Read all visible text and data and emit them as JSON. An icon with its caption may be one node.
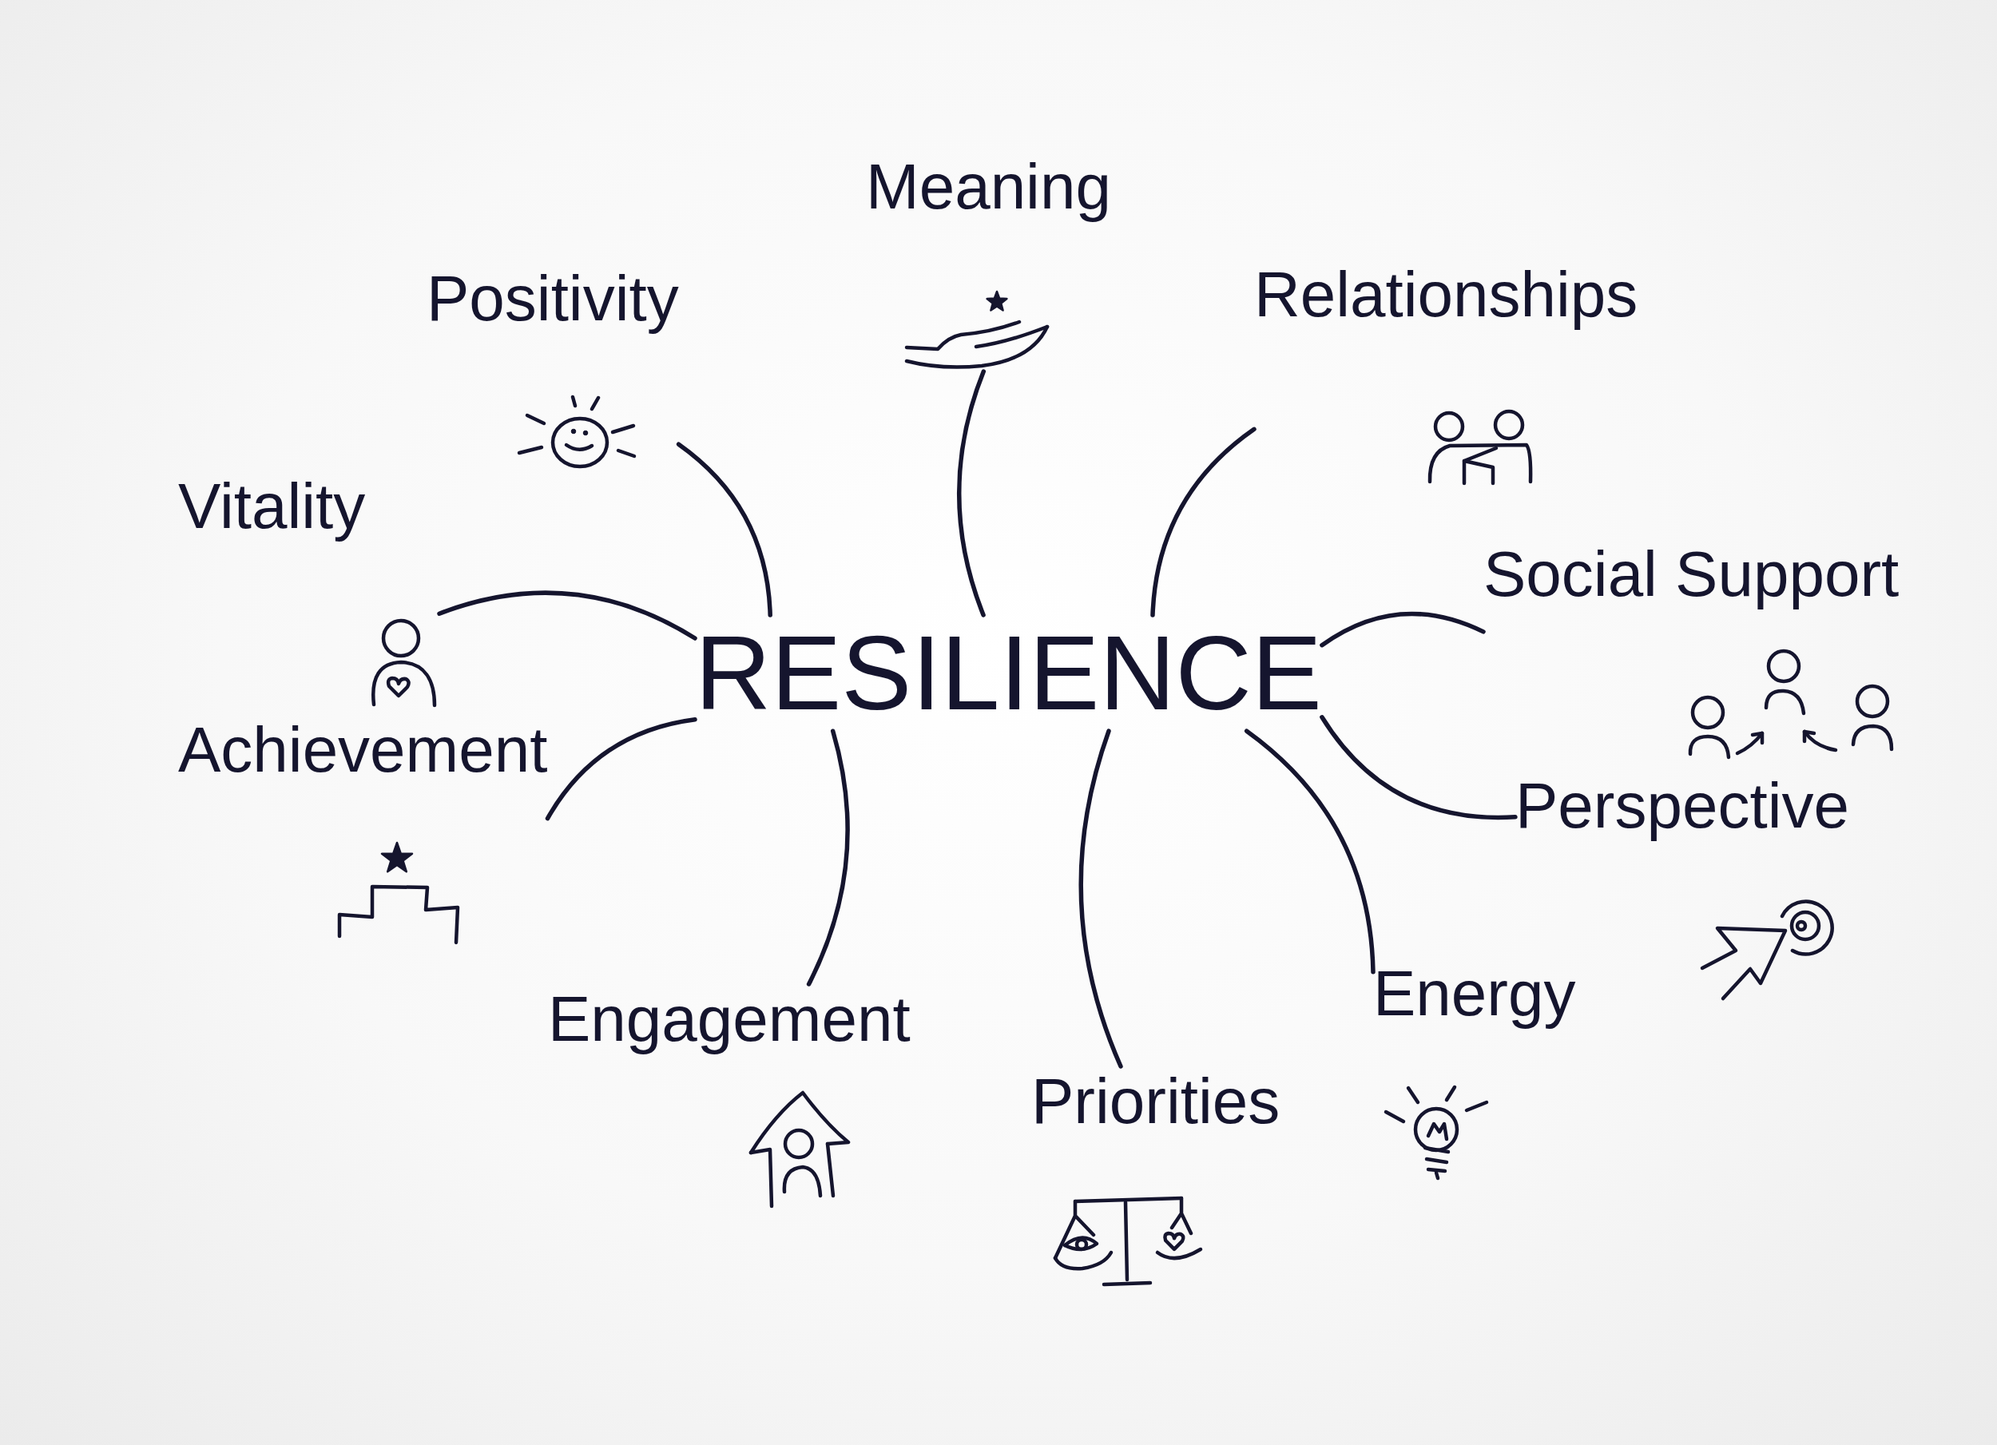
{
  "diagram": {
    "nodes": [
      {
        "text": [
          "Meaning"
        ]
      },
      {
        "text": [
          "Positivity"
        ]
      },
      {
        "text": [
          "Relationships"
        ]
      },
      {
        "text": [
          "Vitality"
        ]
      },
      {
        "text": [
          "Social Support"
        ]
      },
      {
        "text": [
          "RESILIENCE"
        ]
      },
      {
        "text": [
          "Achievement"
        ]
      },
      {
        "text": [
          "Perspective"
        ]
      },
      {
        "text": [
          "Energy"
        ]
      },
      {
        "text": [
          "Engagement"
        ]
      },
      {
        "text": [
          "Priorities"
        ]
      }
    ],
    "edges": [
      {
        "from": 5,
        "to": 0,
        "arrow": "none"
      },
      {
        "from": 5,
        "to": 1,
        "arrow": "none"
      },
      {
        "from": 5,
        "to": 2,
        "arrow": "none"
      },
      {
        "from": 5,
        "to": 3,
        "arrow": "none"
      },
      {
        "from": 5,
        "to": 4,
        "arrow": "none"
      },
      {
        "from": 5,
        "to": 6,
        "arrow": "none"
      },
      {
        "from": 5,
        "to": 7,
        "arrow": "none"
      },
      {
        "from": 5,
        "to": 8,
        "arrow": "none"
      },
      {
        "from": 5,
        "to": 9,
        "arrow": "none"
      },
      {
        "from": 5,
        "to": 10,
        "arrow": "none"
      }
    ]
  }
}
